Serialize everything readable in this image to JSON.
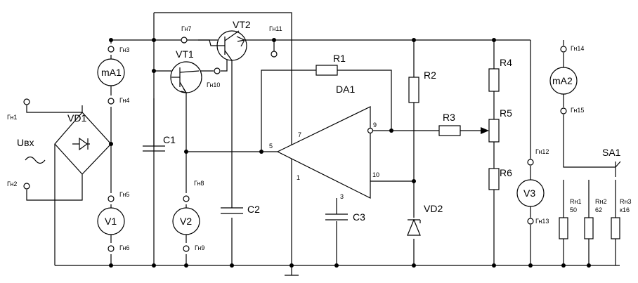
{
  "labels": {
    "gn1": "Гн1",
    "gn2": "Гн2",
    "gn3": "Гн3",
    "gn4": "Гн4",
    "gn5": "Гн5",
    "gn6": "Гн6",
    "gn7": "Гн7",
    "gn8": "Гн8",
    "gn9": "Гн9",
    "gn10": "Гн10",
    "gn11": "Гн11",
    "gn12": "Гн12",
    "gn13": "Гн13",
    "gn14": "Гн14",
    "gn15": "Гн15",
    "vd1": "VD1",
    "uin": "Uвх",
    "ma1": "mA1",
    "v1": "V1",
    "vt1": "VT1",
    "vt2": "VT2",
    "c1": "C1",
    "c2": "C2",
    "c3": "C3",
    "v2": "V2",
    "r1": "R1",
    "da1": "DA1",
    "r2": "R2",
    "r3": "R3",
    "r4": "R4",
    "r5": "R5",
    "r6": "R6",
    "vd2": "VD2",
    "v3": "V3",
    "ma2": "mA2",
    "sa1": "SA1",
    "rn1": "Rн1",
    "rn1_val": "50",
    "rn2": "Rн2",
    "rn2_val": "62",
    "rn3": "Rн3",
    "rn3_val": "к16",
    "pin5": "5",
    "pin7": "7",
    "pin1": "1",
    "pin9": "9",
    "pin10": "10",
    "pin3": "3",
    "ac_symbol": "~"
  }
}
